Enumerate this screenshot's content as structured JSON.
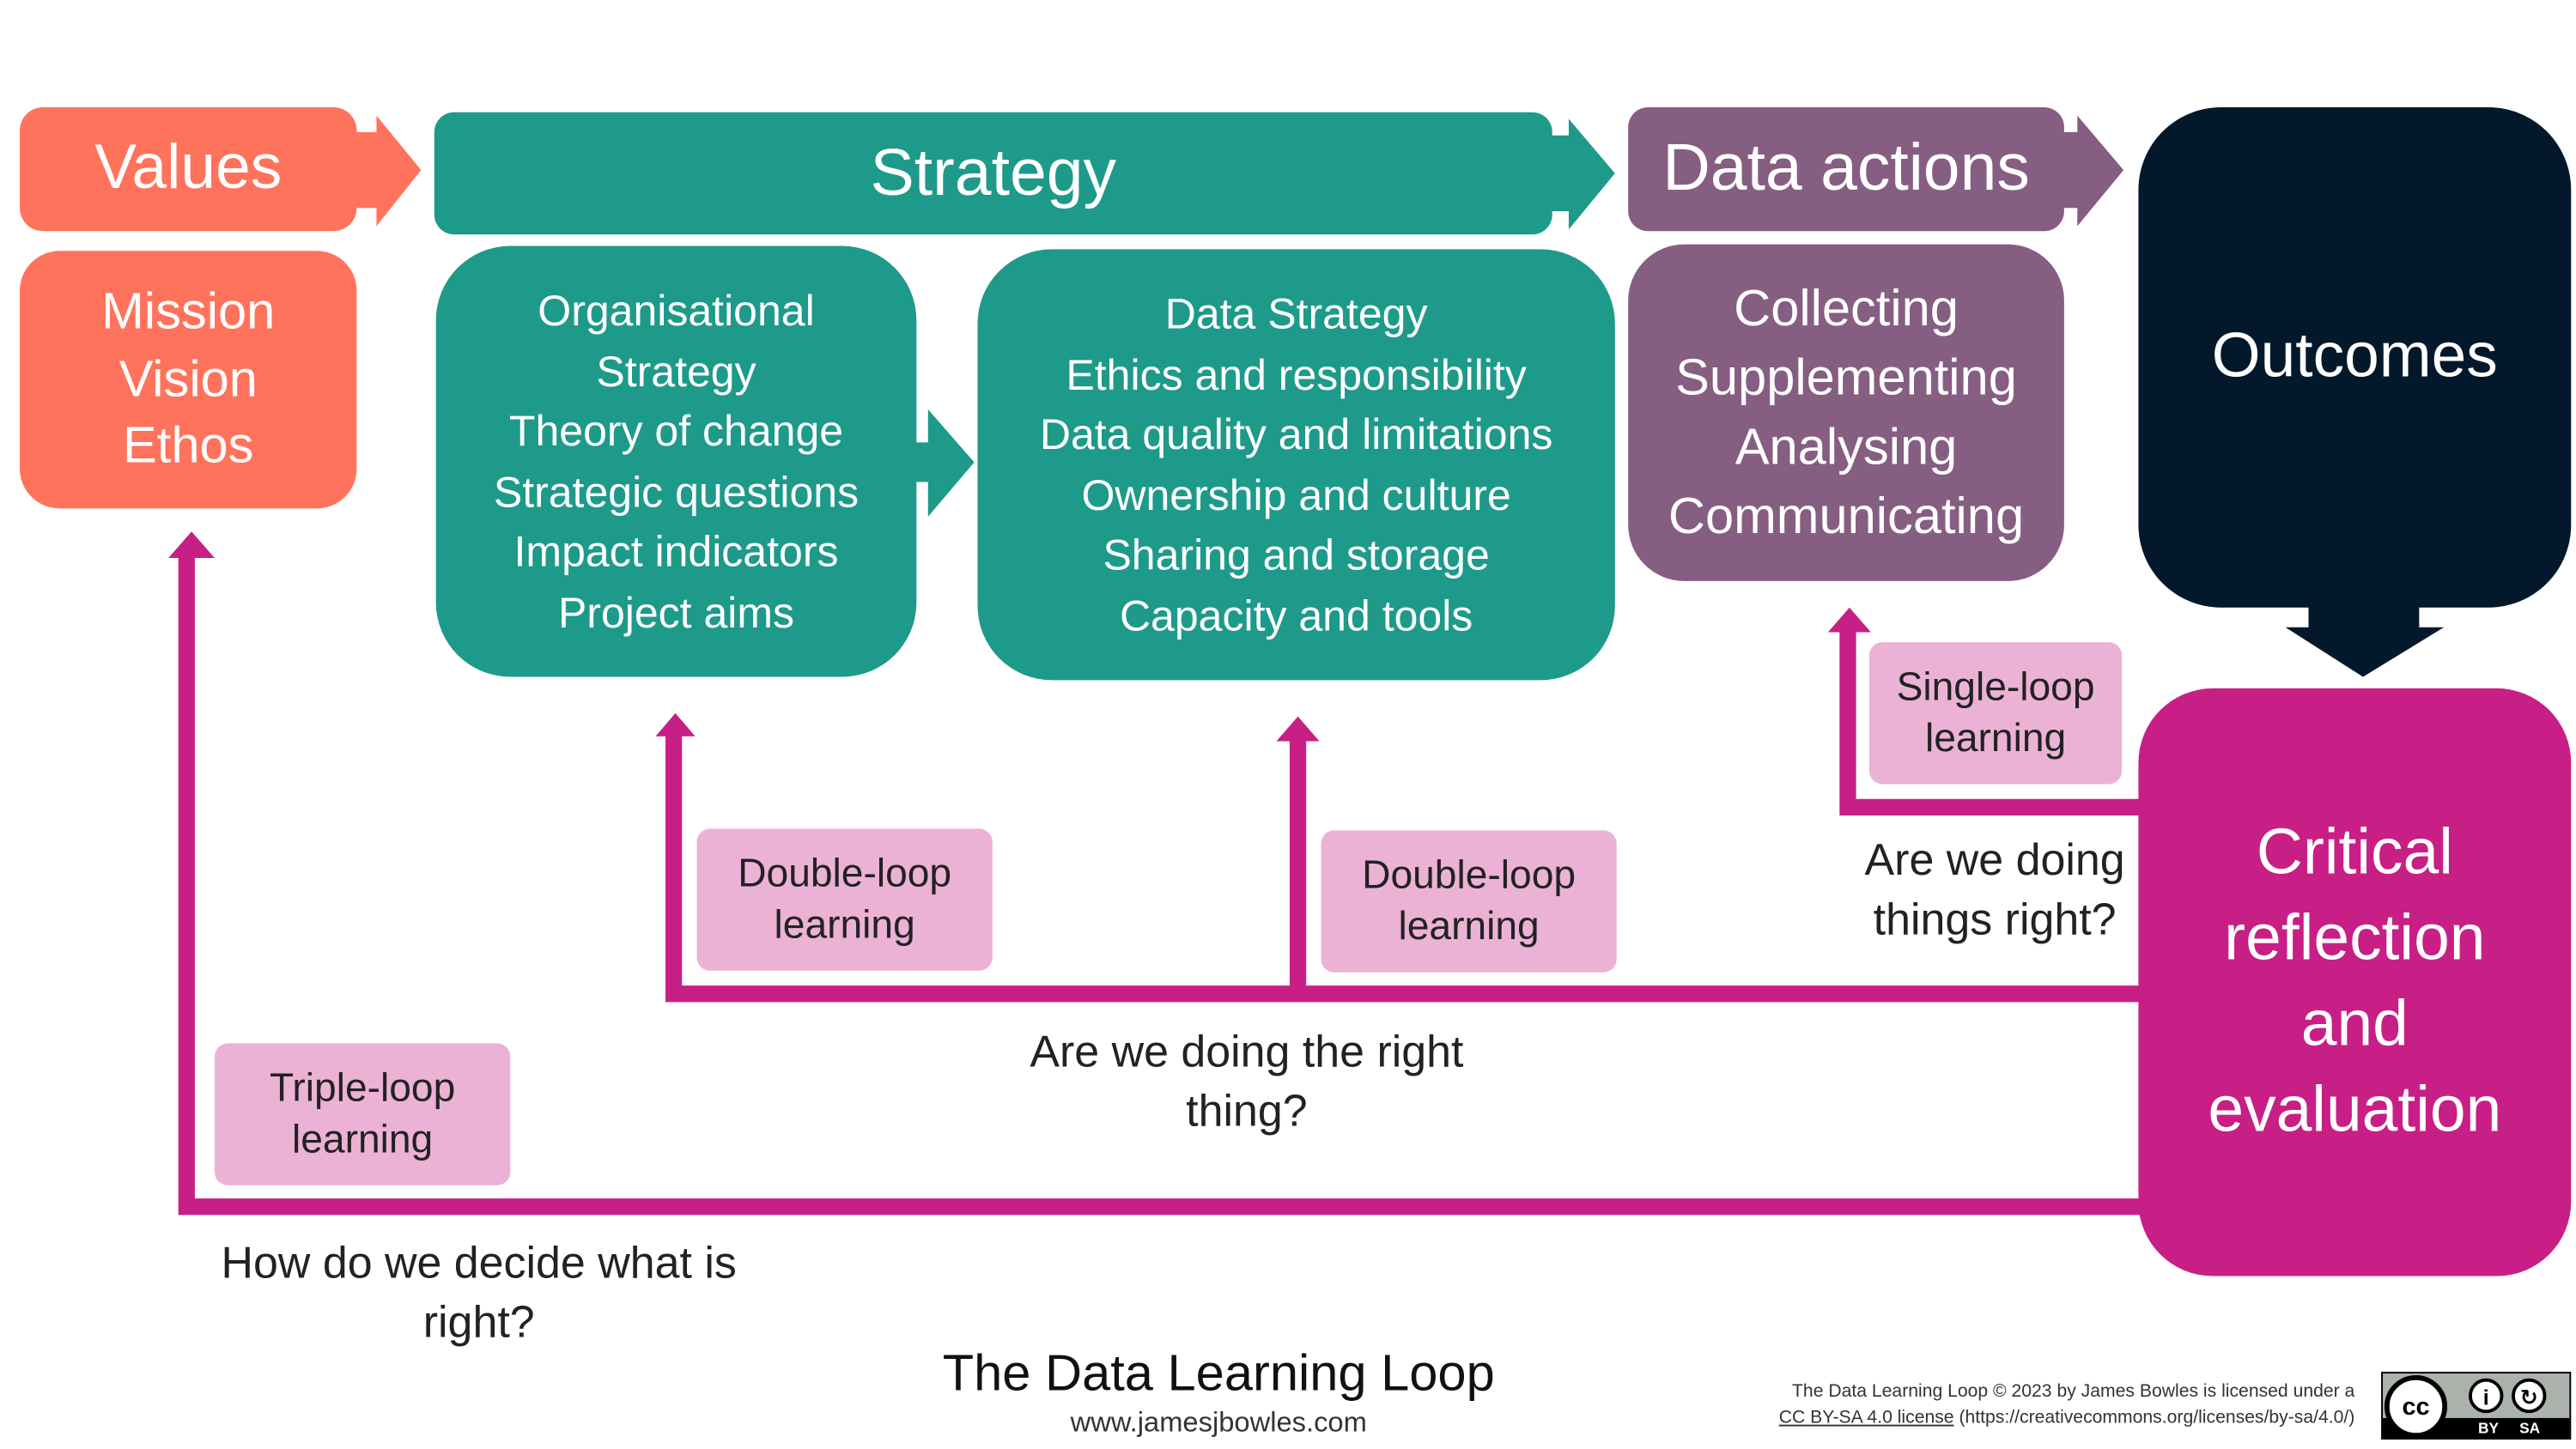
{
  "header": {
    "values": "Values",
    "strategy": "Strategy",
    "data_actions": "Data actions",
    "outcomes": "Outcomes"
  },
  "values_box": {
    "items": [
      "Mission",
      "Vision",
      "Ethos"
    ]
  },
  "org_strategy": {
    "title": [
      "Organisational",
      "Strategy"
    ],
    "items": [
      "Theory of change",
      "Strategic questions",
      "Impact indicators",
      "Project aims"
    ]
  },
  "data_strategy": {
    "title": "Data Strategy",
    "items": [
      "Ethics and responsibility",
      "Data quality and limitations",
      "Ownership and culture",
      "Sharing and storage",
      "Capacity and tools"
    ]
  },
  "data_actions_box": {
    "items": [
      "Collecting",
      "Supplementing",
      "Analysing",
      "Communicating"
    ]
  },
  "critical": {
    "lines": [
      "Critical",
      "reflection",
      "and",
      "evaluation"
    ]
  },
  "loops": {
    "single": {
      "label": [
        "Single-loop",
        "learning"
      ],
      "question": [
        "Are we doing",
        "things right?"
      ]
    },
    "double_1": {
      "label": [
        "Double-loop",
        "learning"
      ]
    },
    "double_2": {
      "label": [
        "Double-loop",
        "learning"
      ]
    },
    "double_question": [
      "Are we doing the right",
      "thing?"
    ],
    "triple": {
      "label": [
        "Triple-loop",
        "learning"
      ],
      "question": [
        "How do we decide what is",
        "right?"
      ]
    }
  },
  "footer": {
    "title": "The Data Learning Loop",
    "url": "www.jamesjbowles.com",
    "license_line1": "The Data Learning Loop © 2023 by James Bowles is licensed under a",
    "license_link": "CC BY-SA 4.0 license",
    "license_url": "(https://creativecommons.org/licenses/by-sa/4.0/)",
    "badge": {
      "cc": "cc",
      "by": "BY",
      "sa": "SA"
    }
  },
  "colors": {
    "values": "#FF735C",
    "strategy": "#1E9A8A",
    "data_actions": "#865E82",
    "outcomes": "#03192B",
    "evaluation": "#C71F85",
    "loop_label": "#EBB2D6"
  }
}
